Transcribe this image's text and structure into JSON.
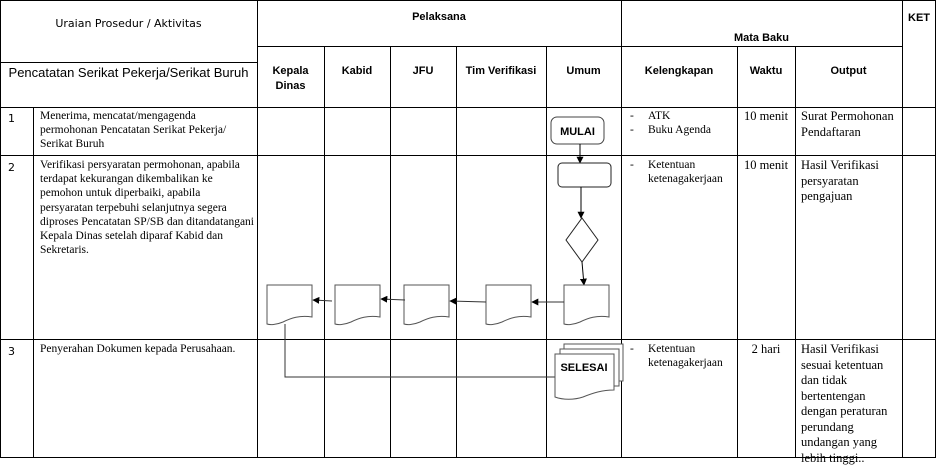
{
  "document": {
    "header": {
      "uraian_label": "Uraian Prosedur / Aktivitas",
      "procedure_title": "Pencatatan Serikat Pekerja/Serikat Buruh",
      "pelaksana_label": "Pelaksana",
      "mata_baku_label": "Mata Baku",
      "ket_label": "KET",
      "pelaksana_columns": [
        "Kepala\nDinas",
        "Kabid",
        "JFU",
        "Tim Verifikasi",
        "Umum"
      ],
      "mata_baku_columns": [
        "Kelengkapan",
        "Waktu",
        "Output"
      ]
    },
    "rows": [
      {
        "no": "1",
        "activity": "Menerima, mencatat/mengagenda permohonan Pencatatan Serikat Pekerja/ Serikat Buruh",
        "kelengkapan": [
          "ATK",
          "Buku Agenda"
        ],
        "waktu": "10 menit",
        "output": "Surat Permohonan Pendaftaran",
        "ket": ""
      },
      {
        "no": "2",
        "activity": "Verifikasi  persyaratan permohonan, apabila terdapat kekurangan dikembalikan ke pemohon untuk diperbaiki, apabila persyaratan terpebuhi selanjutnya segera diproses Pencatatan SP/SB dan ditandatangani Kepala Dinas setelah diparaf Kabid dan Sekretaris.",
        "kelengkapan": [
          "Ketentuan ketenagakerjaan"
        ],
        "waktu": "10 menit",
        "output": "Hasil Verifikasi persyaratan pengajuan",
        "ket": ""
      },
      {
        "no": "3",
        "activity": "Penyerahan Dokumen kepada Perusahaan.",
        "kelengkapan": [
          "Ketentuan ketenagakerjaan"
        ],
        "waktu": "2 hari",
        "output": "Hasil Verifikasi sesuai ketentuan dan tidak bertentengan dengan peraturan perundang undangan yang lebih tinggi..",
        "ket": ""
      }
    ],
    "bullet_char": "-",
    "flowchart": {
      "start_label": "MULAI",
      "end_label": "SELESAI",
      "line_color": "#000000",
      "doc_stroke_color": "#555555"
    }
  }
}
